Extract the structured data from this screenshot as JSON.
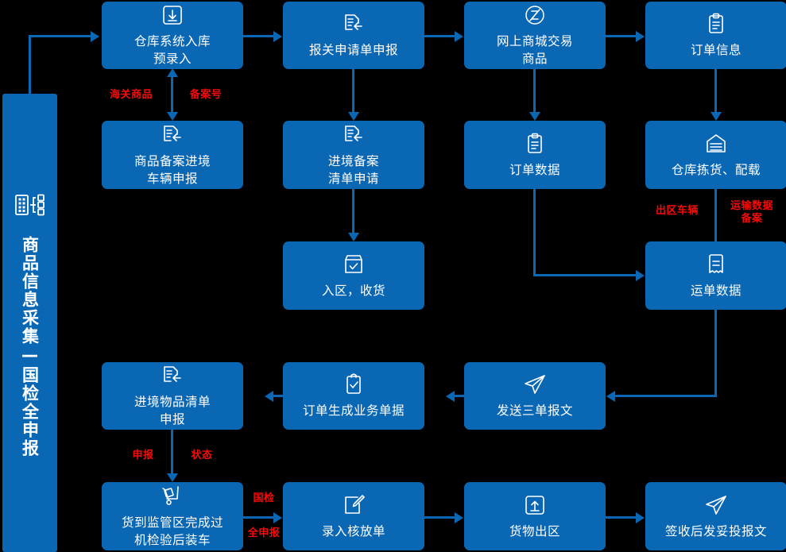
{
  "sidebar": {
    "icon": "data-nodes-icon",
    "label": "商品信息采集—国检全申报"
  },
  "colors": {
    "box_blue": "#0a67b4",
    "connector_blue": "#0a67b4",
    "annotation_red": "#f60a0a",
    "background": "#000000",
    "text_white": "#ffffff"
  },
  "nodes": [
    {
      "id": "warehouse-prefill",
      "label": "仓库系统入库\n预录入",
      "icon": "download-box-icon"
    },
    {
      "id": "customs-declare",
      "label": "报关申请单申报",
      "icon": "document-return-icon"
    },
    {
      "id": "online-mall",
      "label": "网上商城交易\n商品",
      "icon": "circle-z-icon"
    },
    {
      "id": "order-info",
      "label": "订单信息",
      "icon": "clipboard-icon"
    },
    {
      "id": "goods-record-vehicle",
      "label": "商品备案进境\n车辆申报",
      "icon": "document-return-icon"
    },
    {
      "id": "entry-record-list",
      "label": "进境备案\n清单申请",
      "icon": "document-return-icon"
    },
    {
      "id": "order-data",
      "label": "订单数据",
      "icon": "clipboard-icon"
    },
    {
      "id": "warehouse-picking",
      "label": "仓库拣货、配载",
      "icon": "warehouse-icon"
    },
    {
      "id": "enter-zone-receive",
      "label": "入区，收货",
      "icon": "box-check-icon"
    },
    {
      "id": "waybill-data",
      "label": "运单数据",
      "icon": "waybill-icon"
    },
    {
      "id": "entry-goods-list",
      "label": "进境物品清单\n申报",
      "icon": "document-return-icon"
    },
    {
      "id": "order-gen-doc",
      "label": "订单生成业务单据",
      "icon": "clipboard-check-icon"
    },
    {
      "id": "send-three-msgs",
      "label": "发送三单报文",
      "icon": "paper-plane-icon"
    },
    {
      "id": "goods-scan-load",
      "label": "货到监管区完成过\n机检验后装车",
      "icon": "hand-truck-icon"
    },
    {
      "id": "enter-release-note",
      "label": "录入核放单",
      "icon": "edit-note-icon"
    },
    {
      "id": "goods-exit-zone",
      "label": "货物出区",
      "icon": "upload-box-icon"
    },
    {
      "id": "delivery-msg",
      "label": "签收后发妥投报文",
      "icon": "paper-plane-icon"
    }
  ],
  "annotations": [
    {
      "id": "customs-goods",
      "text": "海关商品"
    },
    {
      "id": "record-number",
      "text": "备案号"
    },
    {
      "id": "exit-vehicle",
      "text": "出区车辆"
    },
    {
      "id": "transport-record",
      "text": "运输数据\n备案"
    },
    {
      "id": "declaration",
      "text": "申报"
    },
    {
      "id": "status",
      "text": "状态"
    },
    {
      "id": "national-inspect",
      "text": "国检"
    },
    {
      "id": "full-declaration",
      "text": "全申报"
    }
  ]
}
